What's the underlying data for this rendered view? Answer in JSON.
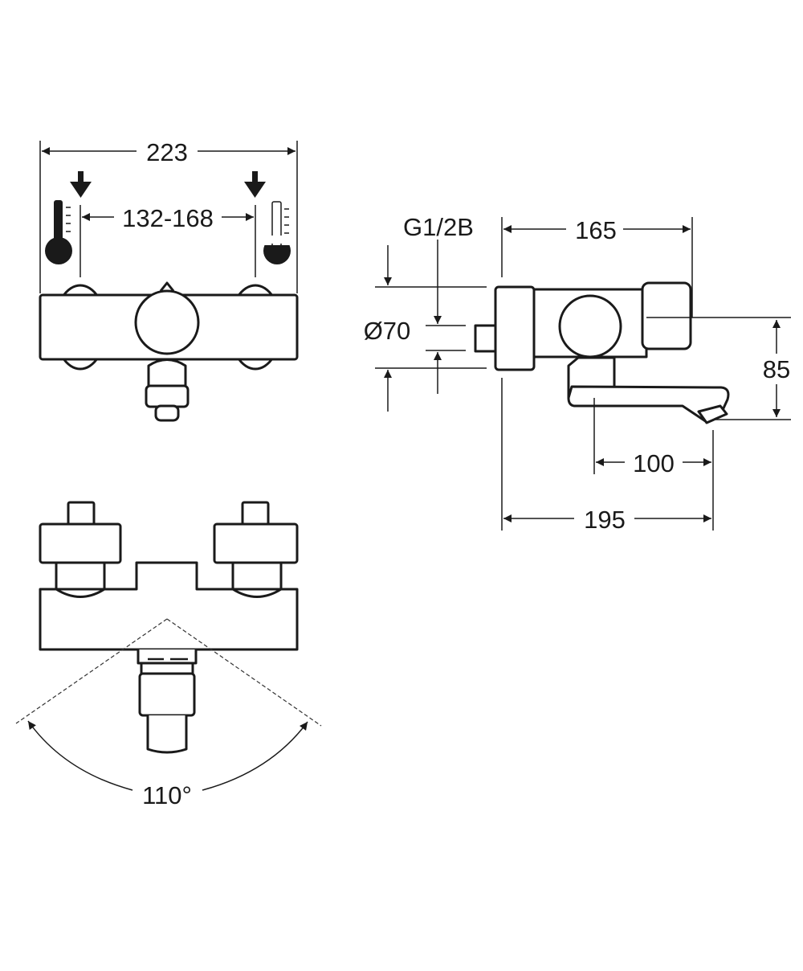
{
  "front_view": {
    "width_label": "223",
    "connection_label": "132-168",
    "hot_icon": "thermometer-hot-icon",
    "cold_icon": "thermometer-cold-icon"
  },
  "side_view": {
    "thread_label": "G1/2B",
    "diameter_label": "Ø70",
    "depth_label": "165",
    "height_label": "85",
    "spout_label": "100",
    "total_label": "195"
  },
  "bottom_view": {
    "angle_label": "110°"
  },
  "colors": {
    "line": "#1a1a1a",
    "background": "#ffffff"
  }
}
